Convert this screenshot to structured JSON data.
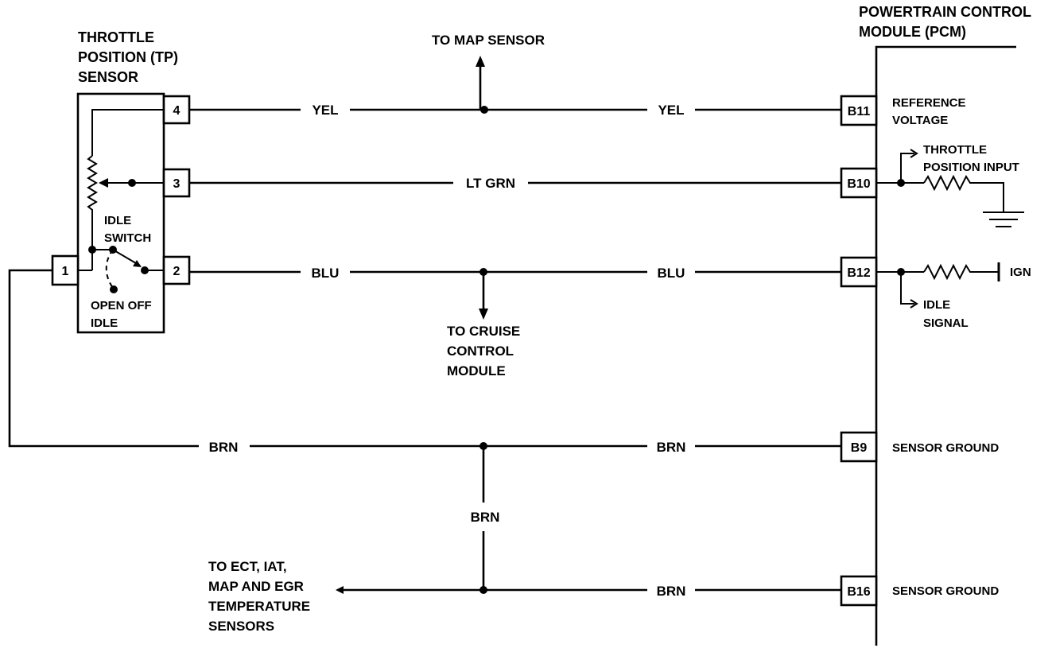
{
  "tp_sensor": {
    "title_lines": [
      "THROTTLE",
      "POSITION (TP)",
      "SENSOR"
    ],
    "pins": [
      "4",
      "3",
      "2",
      "1"
    ],
    "idle_switch_lines": [
      "IDLE",
      "SWITCH"
    ],
    "open_off_idle_lines": [
      "OPEN OFF",
      "IDLE"
    ]
  },
  "pcm": {
    "title_lines": [
      "POWERTRAIN CONTROL",
      "MODULE (PCM)"
    ],
    "pins": {
      "b11": "B11",
      "b10": "B10",
      "b12": "B12",
      "b9": "B9",
      "b16": "B16"
    },
    "labels": {
      "reference_voltage": [
        "REFERENCE",
        "VOLTAGE"
      ],
      "throttle_position_input": [
        "THROTTLE",
        "POSITION INPUT"
      ],
      "ign": "IGN",
      "idle_signal": [
        "IDLE",
        "SIGNAL"
      ],
      "sensor_ground_b9": "SENSOR GROUND",
      "sensor_ground_b16": "SENSOR GROUND"
    }
  },
  "wires": {
    "pin4_left": "YEL",
    "pin4_right": "YEL",
    "pin3": "LT GRN",
    "pin2_left": "BLU",
    "pin2_right": "BLU",
    "ground_left": "BRN",
    "ground_right": "BRN",
    "ground_vertical": "BRN",
    "ground_b16": "BRN"
  },
  "destinations": {
    "map_sensor": "TO MAP SENSOR",
    "cruise_control": [
      "TO CRUISE",
      "CONTROL",
      "MODULE"
    ],
    "temp_sensors": [
      "TO ECT, IAT,",
      "MAP AND EGR",
      "TEMPERATURE",
      "SENSORS"
    ]
  }
}
